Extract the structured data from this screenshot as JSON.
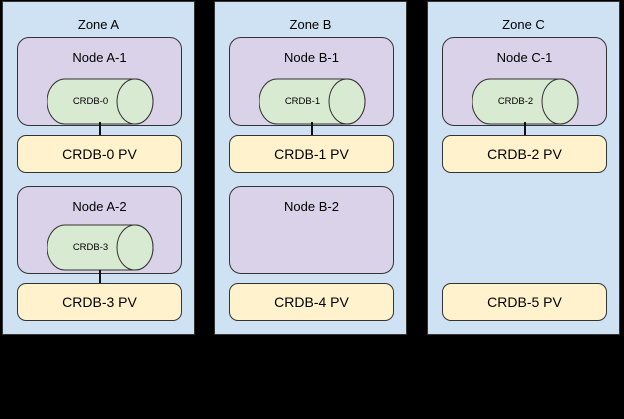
{
  "colors": {
    "background": "#000000",
    "zone_fill": "#cfe2f3",
    "node_fill": "#d9d2e9",
    "cylinder_fill": "#d9ead3",
    "pv_fill": "#fff2cc",
    "border": "#333333"
  },
  "zones": [
    {
      "label": "Zone A",
      "node1": {
        "label": "Node A-1",
        "cylinder": "CRDB-0"
      },
      "pv1": "CRDB-0 PV",
      "node2": {
        "label": "Node A-2",
        "cylinder": "CRDB-3"
      },
      "pv2": "CRDB-3 PV"
    },
    {
      "label": "Zone B",
      "node1": {
        "label": "Node B-1",
        "cylinder": "CRDB-1"
      },
      "pv1": "CRDB-1 PV",
      "node2": {
        "label": "Node B-2"
      },
      "pv2": "CRDB-4 PV"
    },
    {
      "label": "Zone C",
      "node1": {
        "label": "Node C-1",
        "cylinder": "CRDB-2"
      },
      "pv1": "CRDB-2 PV",
      "pv2": "CRDB-5 PV"
    }
  ]
}
